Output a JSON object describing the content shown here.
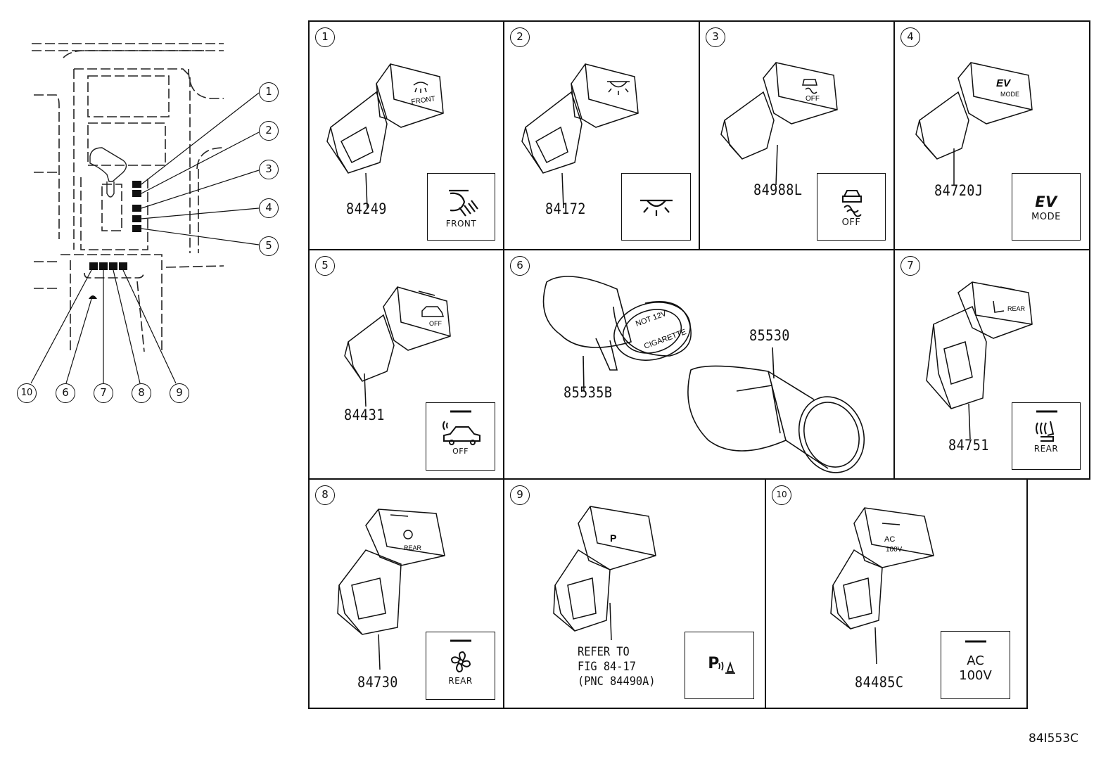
{
  "cells": [
    {
      "num": "1",
      "part": "84249",
      "icon": "front-fog-light",
      "label": "FRONT"
    },
    {
      "num": "2",
      "part": "84172",
      "icon": "dome-light",
      "label": ""
    },
    {
      "num": "3",
      "part": "84988L",
      "icon": "traction-control-off",
      "label": "OFF"
    },
    {
      "num": "4",
      "part": "84720J",
      "icon": "ev-mode",
      "label": "MODE",
      "label_top": "EV"
    },
    {
      "num": "5",
      "part": "84431",
      "icon": "intrusion-sensor-off",
      "label": "OFF"
    },
    {
      "num": "6",
      "parts": [
        "85535B",
        "85530"
      ],
      "icon": "power-outlet"
    },
    {
      "num": "7",
      "part": "84751",
      "icon": "seat-heater",
      "label": "REAR"
    },
    {
      "num": "8",
      "part": "84730",
      "icon": "rear-fan",
      "label": "REAR"
    },
    {
      "num": "9",
      "ref_lines": [
        "REFER TO",
        "FIG 84-17",
        "(PNC 84490A)"
      ],
      "icon": "parking-sensor",
      "label": "P"
    },
    {
      "num": "10",
      "part": "84485C",
      "icon": "ac-outlet",
      "label_line1": "AC",
      "label_line2": "100V"
    }
  ],
  "locator": {
    "numbers": [
      "1",
      "2",
      "3",
      "4",
      "5",
      "6",
      "7",
      "8",
      "9",
      "10"
    ]
  },
  "figure_code": "84I553C"
}
